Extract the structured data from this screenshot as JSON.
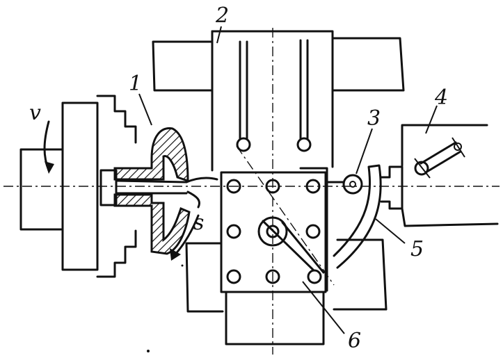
{
  "labels": {
    "part_1": "1",
    "part_2": "2",
    "part_3": "3",
    "part_4": "4",
    "part_5": "5",
    "part_6": "6",
    "speed_v": "v",
    "feed_s": "s"
  },
  "colors": {
    "ink": "#111111",
    "paper": "#ffffff"
  }
}
